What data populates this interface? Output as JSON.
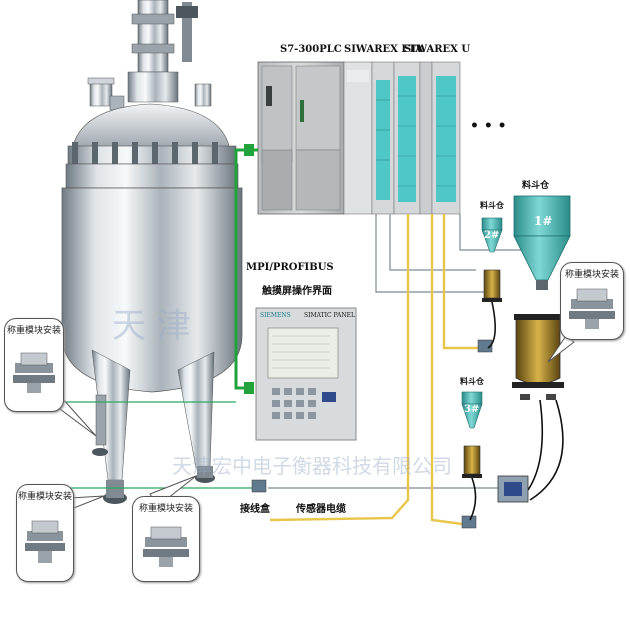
{
  "labels": {
    "plc": "S7-300PLC",
    "siwarex_fta": "SIWAREX FTA",
    "siwarex_u": "SIWAREX U",
    "dots": "• • •",
    "bus": "MPI/PROFIBUS",
    "touchscreen": "触摸屏操作界面",
    "junction_box": "接线盒",
    "sensor_cable": "传感器电缆",
    "panel_brand": "SIEMENS",
    "panel_title": "SIMATIC PANEL"
  },
  "hoppers": {
    "big_title": "料斗仓",
    "big_num": "1#",
    "mid_title": "料斗仓",
    "mid_num": "2#",
    "small_title": "料斗仓",
    "small_num": "3#"
  },
  "callouts": {
    "left": "称重模块安装",
    "bottom_left": "称重模块安装",
    "bottom_mid": "称重模块安装",
    "right": "称重模块安装"
  },
  "watermark": {
    "top": "天  津",
    "bottom": "天津宏中电子衡器科技有限公司"
  },
  "colors": {
    "steel_light": "#e8ecef",
    "steel_dark": "#8a949c",
    "plc_gray": "#c9cccd",
    "module_teal": "#4fc7c6",
    "bus_green": "#1fa33a",
    "sensor_cable": "#e8c64a",
    "hopper_teal": "#3fb3b0",
    "signal_line": "#7a8a96"
  }
}
